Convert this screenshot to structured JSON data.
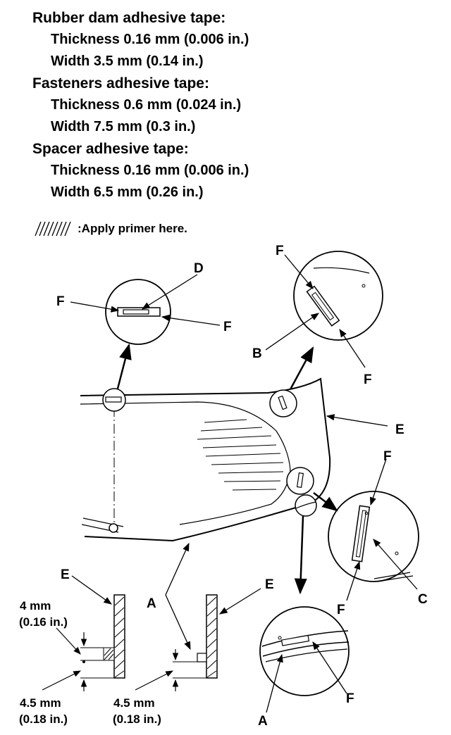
{
  "specs": [
    {
      "title": "Rubber dam adhesive tape:",
      "thickness": "Thickness 0.16 mm (0.006 in.)",
      "width": "Width 3.5 mm (0.14 in.)"
    },
    {
      "title": "Fasteners adhesive tape:",
      "thickness": "Thickness 0.6 mm (0.024 in.)",
      "width": "Width 7.5 mm (0.3 in.)"
    },
    {
      "title": "Spacer adhesive tape:",
      "thickness": "Thickness 0.16 mm (0.006 in.)",
      "width": "Width 6.5 mm (0.26 in.)"
    }
  ],
  "legend": {
    "text": ":Apply primer here."
  },
  "labels": {
    "A": "A",
    "B": "B",
    "C": "C",
    "D": "D",
    "E": "E",
    "F": "F"
  },
  "dimensions": {
    "gap_mm": "4 mm",
    "gap_in": "(0.16 in.)",
    "offset_left_mm": "4.5 mm",
    "offset_left_in": "(0.18 in.)",
    "offset_right_mm": "4.5 mm",
    "offset_right_in": "(0.18 in.)"
  }
}
